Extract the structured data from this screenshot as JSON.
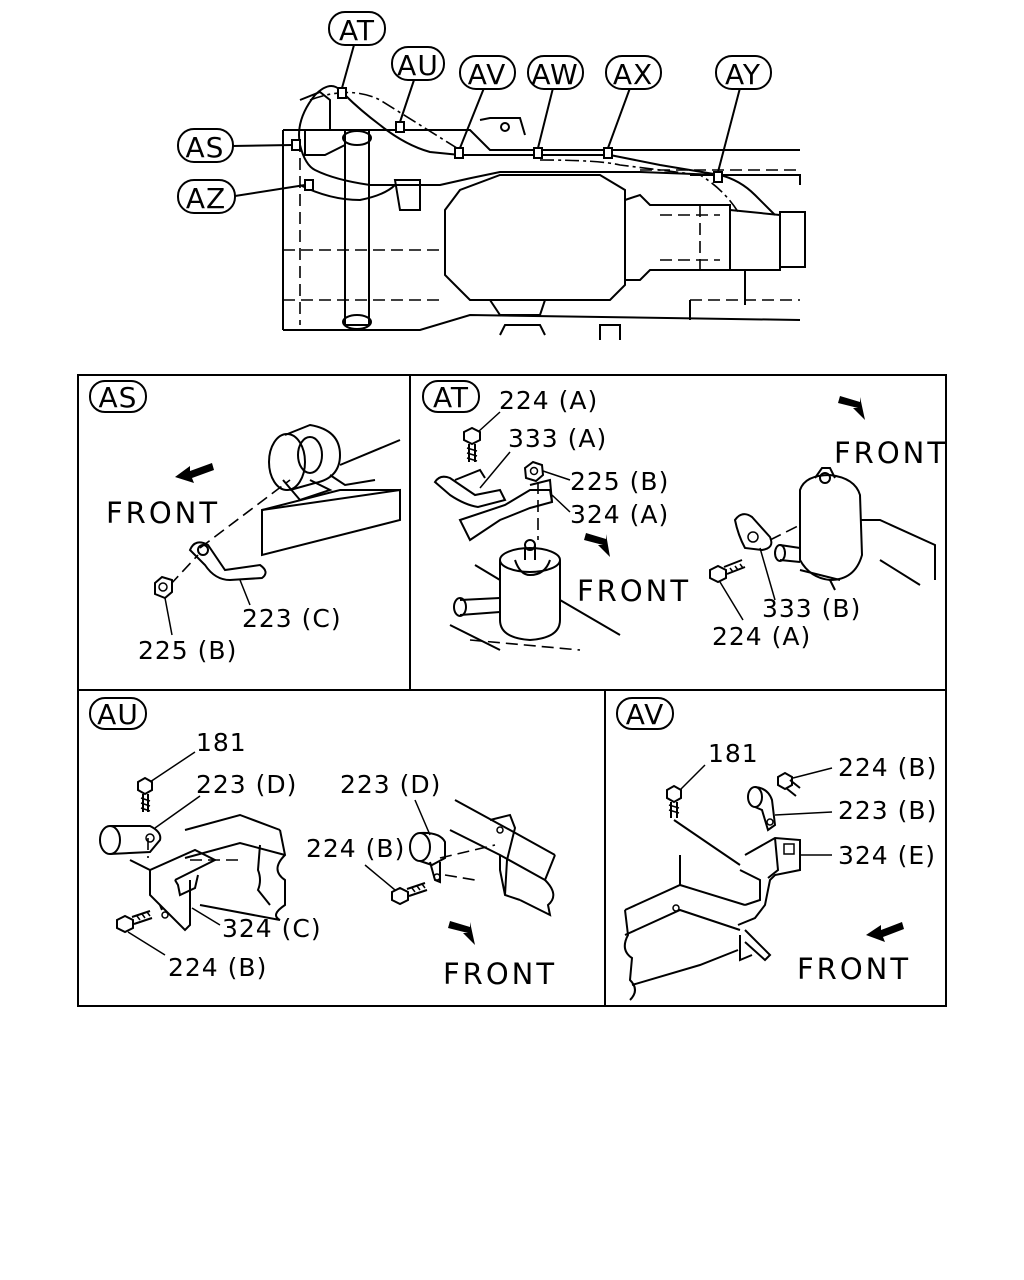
{
  "overview": {
    "callouts": [
      "AT",
      "AU",
      "AV",
      "AW",
      "AX",
      "AY",
      "AS",
      "AZ"
    ]
  },
  "panels": {
    "as": {
      "title": "AS",
      "front": "FRONT",
      "parts": [
        "223 (C)",
        "225 (B)"
      ]
    },
    "at": {
      "title": "AT",
      "front_1": "FRONT",
      "front_2": "FRONT",
      "parts": [
        "224 (A)",
        "333 (A)",
        "225 (B)",
        "324 (A)",
        "333 (B)",
        "224 (A)"
      ]
    },
    "au": {
      "title": "AU",
      "front": "FRONT",
      "parts": [
        "181",
        "223 (D)",
        "324 (C)",
        "224 (B)",
        "223 (D)",
        "224 (B)"
      ]
    },
    "av": {
      "title": "AV",
      "front": "FRONT",
      "parts": [
        "181",
        "224 (B)",
        "223 (B)",
        "324 (E)"
      ]
    }
  }
}
